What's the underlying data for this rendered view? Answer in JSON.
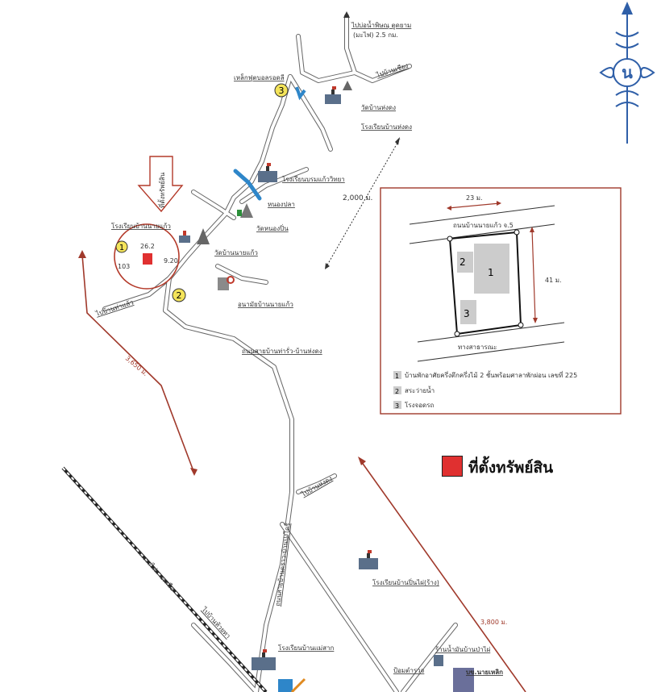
{
  "legend": {
    "title": "ที่ตั้งทรัพย์สิน",
    "swatch_color": "#e03030"
  },
  "compass": {
    "letter": "น",
    "color": "#2f5fa8"
  },
  "property_marker": {
    "text": "ที่ตั้งทรัพย์สิน",
    "color": "#e03030"
  },
  "markers": [
    {
      "number": "1"
    },
    {
      "number": "2"
    },
    {
      "number": "3"
    }
  ],
  "map_labels": {
    "top_road": "ไปบ่อน้ำพิษณุ ตูดยาม",
    "top_road_sub": "(มะไฟ) 2.5 กม.",
    "road_ne": "ไปบ้านเชียง",
    "school_north_1": "เหล็กฟุตบอลรอดลี",
    "temple_north": "วัดบ้านห่งดง",
    "school_north_2": "โรงเรียนบ้านห่งดง",
    "school_mid": "โรงเรียนบรมแก้ววิทยา",
    "pond": "หนองปลา",
    "temple_mid": "วัดหนองปิ่น",
    "school_west": "โรงเรียนบ้านนายแก้ว",
    "temple_west": "วัดบ้านนายแก้ว",
    "health": "อนามัยบ้านนายแก้ว",
    "road_west": "ไปบ้านท่าแล้ว",
    "road_main": "ถนนสายบ้านท่ารั่ว-บ้านห่งดง",
    "road_vertical": "ถนนสายบ้านตราว-บ้านปงไคร้",
    "road_east_small": "ไปบ้านห่งดง",
    "school_south_1": "โรงเรียนบ้านปิ่นไผ่(ร้าง)",
    "rail": "ทางรถไฟสายเหนือ",
    "road_south": "ไปบ้านห้วยทา",
    "school_south_2": "โรงเรียนบ้านแม่สาก",
    "police": "ป้อมตำรวจ",
    "gas": "ร้านน้ำมันบ้านป่าไผ่",
    "bank": "บข.นายเหลิก",
    "circle_a": "26.2",
    "circle_b": "9.20",
    "circle_c": "103"
  },
  "distances": {
    "d_ne": "2,000 ม.",
    "d_left": "3,650 ม.",
    "d_se": "3,800 ม."
  },
  "inset": {
    "top_road": "ถนนบ้านนายแก้ว จ.5",
    "bottom_road": "ทางสาธารณะ",
    "width": "23 ม.",
    "depth": "41 ม.",
    "lots": [
      {
        "number": "1",
        "desc": "บ้านพักอาศัยครึ่งตึกครึ่งไม้ 2 ชั้นพร้อมศาลาพักผ่อน เลขที่ 225"
      },
      {
        "number": "2",
        "desc": "สระว่ายน้ำ"
      },
      {
        "number": "3",
        "desc": "โรงจอดรถ"
      }
    ],
    "border_color": "#a0392b"
  }
}
